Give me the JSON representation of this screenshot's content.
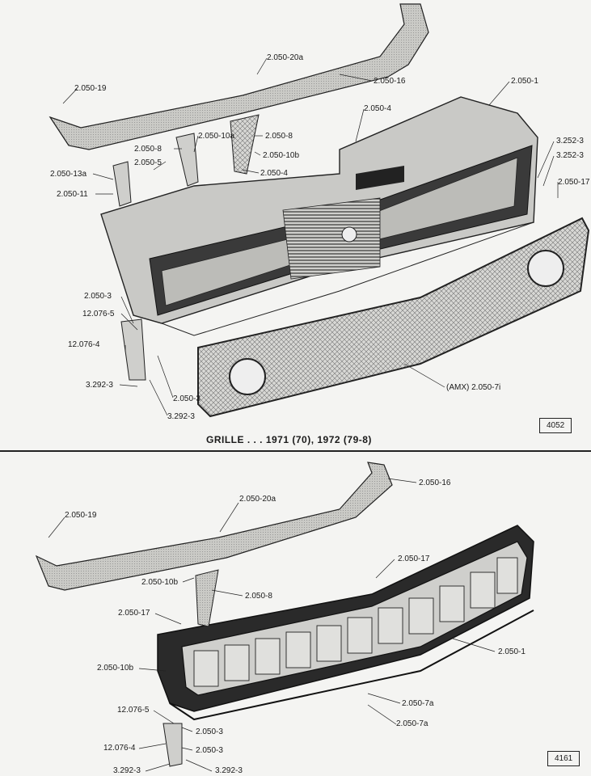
{
  "top": {
    "caption": "GRILLE . . . 1971 (70), 1972 (79-8)",
    "figure_number": "4052",
    "labels": {
      "p2050_19": "2.050-19",
      "p2050_20a": "2.050-20a",
      "p2050_16": "2.050-16",
      "p2050_1": "2.050-1",
      "p2050_4a": "2.050-4",
      "p2050_8a": "2.050-8",
      "p2050_10a": "2.050-10a",
      "p2050_8b": "2.050-8",
      "p2050_10b": "2.050-10b",
      "p2050_5": "2.050-5",
      "p2050_4b": "2.050-4",
      "p2050_13a": "2.050-13a",
      "p2050_11": "2.050-11",
      "p3252_3a": "3.252-3",
      "p3252_3b": "3.252-3",
      "p2050_17": "2.050-17",
      "p2050_3a": "2.050-3",
      "p12076_5": "12.076-5",
      "p12076_4": "12.076-4",
      "p3292_3a": "3.292-3",
      "p2050_3b": "2.050-3",
      "p3292_3b": "3.292-3",
      "amx": "(AMX) 2.050-7i"
    }
  },
  "bottom": {
    "figure_number": "4161",
    "labels": {
      "p2050_16": "2.050-16",
      "p2050_20a": "2.050-20a",
      "p2050_19": "2.050-19",
      "p2050_17a": "2.050-17",
      "p2050_10b_a": "2.050-10b",
      "p2050_8": "2.050-8",
      "p2050_17b": "2.050-17",
      "p2050_1": "2.050-1",
      "p2050_10b_b": "2.050-10b",
      "p2050_7a_a": "2.050-7a",
      "p2050_7a_b": "2.050-7a",
      "p12076_5": "12.076-5",
      "p2050_3a": "2.050-3",
      "p12076_4": "12.076-4",
      "p2050_3b": "2.050-3",
      "p3292_3a": "3.292-3",
      "p3292_3b": "3.292-3"
    }
  },
  "colors": {
    "paper": "#f4f4f2",
    "ink": "#1a1a1a",
    "panel": "#cfcfcc",
    "panel_dark": "#2a2a2a",
    "mesh": "#bdbdbb"
  }
}
